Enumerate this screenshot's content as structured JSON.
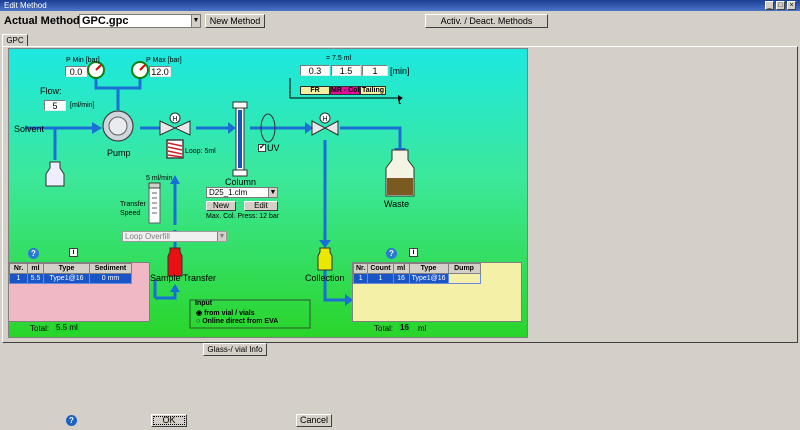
{
  "window": {
    "title": "Edit Method"
  },
  "header": {
    "actual_method_label": "Actual Method:",
    "method_value": "GPC.gpc",
    "new_method_button": "New Method",
    "activ_deact_button": "Activ. / Deact. Methods"
  },
  "tabs": [
    {
      "label": "GPC"
    }
  ],
  "pressure": {
    "pmin_label": "P Min [bar]",
    "pmin_value": "0.0",
    "pmax_label": "P Max [bar]",
    "pmax_value": "12.0"
  },
  "flow": {
    "label": "Flow:",
    "value": "5",
    "unit": "[ml/min]"
  },
  "labels": {
    "solvent": "Solvent",
    "pump": "Pump",
    "loop": "Loop: 5ml",
    "column": "Column",
    "uv": "UV",
    "waste": "Waste",
    "collection": "Collection",
    "sample_transfer": "Sample Transfer",
    "transfer_speed": "Transfer\nSpeed",
    "speed_value": "5 ml/min",
    "max_col_press": "Max. Col. Press: 12 bar"
  },
  "timing": {
    "volume_label": "= 7.5 ml",
    "values": [
      "0.3",
      "1.5",
      "1"
    ],
    "unit": "[min]",
    "segments": [
      "FR",
      "MR - Coll.",
      "Tailing"
    ],
    "t_label": "t"
  },
  "column_select": {
    "value": "D25_1.clm",
    "new_button": "New",
    "edit_button": "Edit"
  },
  "uv_checkbox": {
    "checked": true,
    "mark": "✔"
  },
  "loop_select": {
    "value": "Loop Overfill"
  },
  "left_table": {
    "headers": [
      "Nr.",
      "ml",
      "Type",
      "Sediment"
    ],
    "rows": [
      [
        "1",
        "5.5",
        "Type1@16",
        "0 mm"
      ]
    ],
    "total_label": "Total:",
    "total_value": "5.5 ml"
  },
  "right_table": {
    "headers": [
      "Nr.",
      "Count",
      "ml",
      "Type",
      "Dump"
    ],
    "rows": [
      [
        "1",
        "1",
        "16",
        "Type1@16",
        ""
      ]
    ],
    "total_label": "Total:",
    "total_value": "16",
    "total_unit": "ml"
  },
  "input_group": {
    "title": "Input",
    "options": [
      "from vial / vials",
      "Online direct from EVA"
    ],
    "selected": 0
  },
  "footer": {
    "glass_vial_button": "Glass-/ vial Info",
    "ok_button": "OK",
    "cancel_button": "Cancel"
  },
  "icons": {
    "info": "i",
    "help": "?",
    "dropdown": "▼",
    "radio_on": "◉",
    "radio_off": "○",
    "window_min": "_",
    "window_max": "□",
    "window_close": "×"
  },
  "colors": {
    "diagram_top": "#1ce8e0",
    "diagram_bottom": "#2ad52a",
    "table_selection": "#1a55c8",
    "left_panel": "#f0b8c4",
    "right_panel": "#f4f0a8",
    "pipes": "#1a6fd4"
  }
}
